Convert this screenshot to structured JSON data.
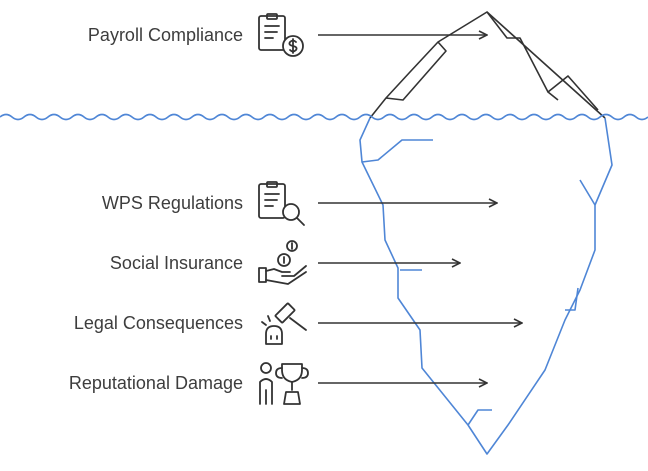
{
  "items": [
    {
      "key": "payroll",
      "label": "Payroll Compliance",
      "icon": "document-dollar-icon"
    },
    {
      "key": "wps",
      "label": "WPS Regulations",
      "icon": "document-search-icon"
    },
    {
      "key": "social",
      "label": "Social Insurance",
      "icon": "hand-coin-icon"
    },
    {
      "key": "legal",
      "label": "Legal Consequences",
      "icon": "gavel-icon"
    },
    {
      "key": "rep",
      "label": "Reputational Damage",
      "icon": "person-trophy-icon"
    }
  ],
  "colors": {
    "text": "#3d3d3d",
    "ice_above": "#333333",
    "ice_below": "#4f86d6",
    "water": "#4f86d6",
    "arrow": "#333333"
  }
}
